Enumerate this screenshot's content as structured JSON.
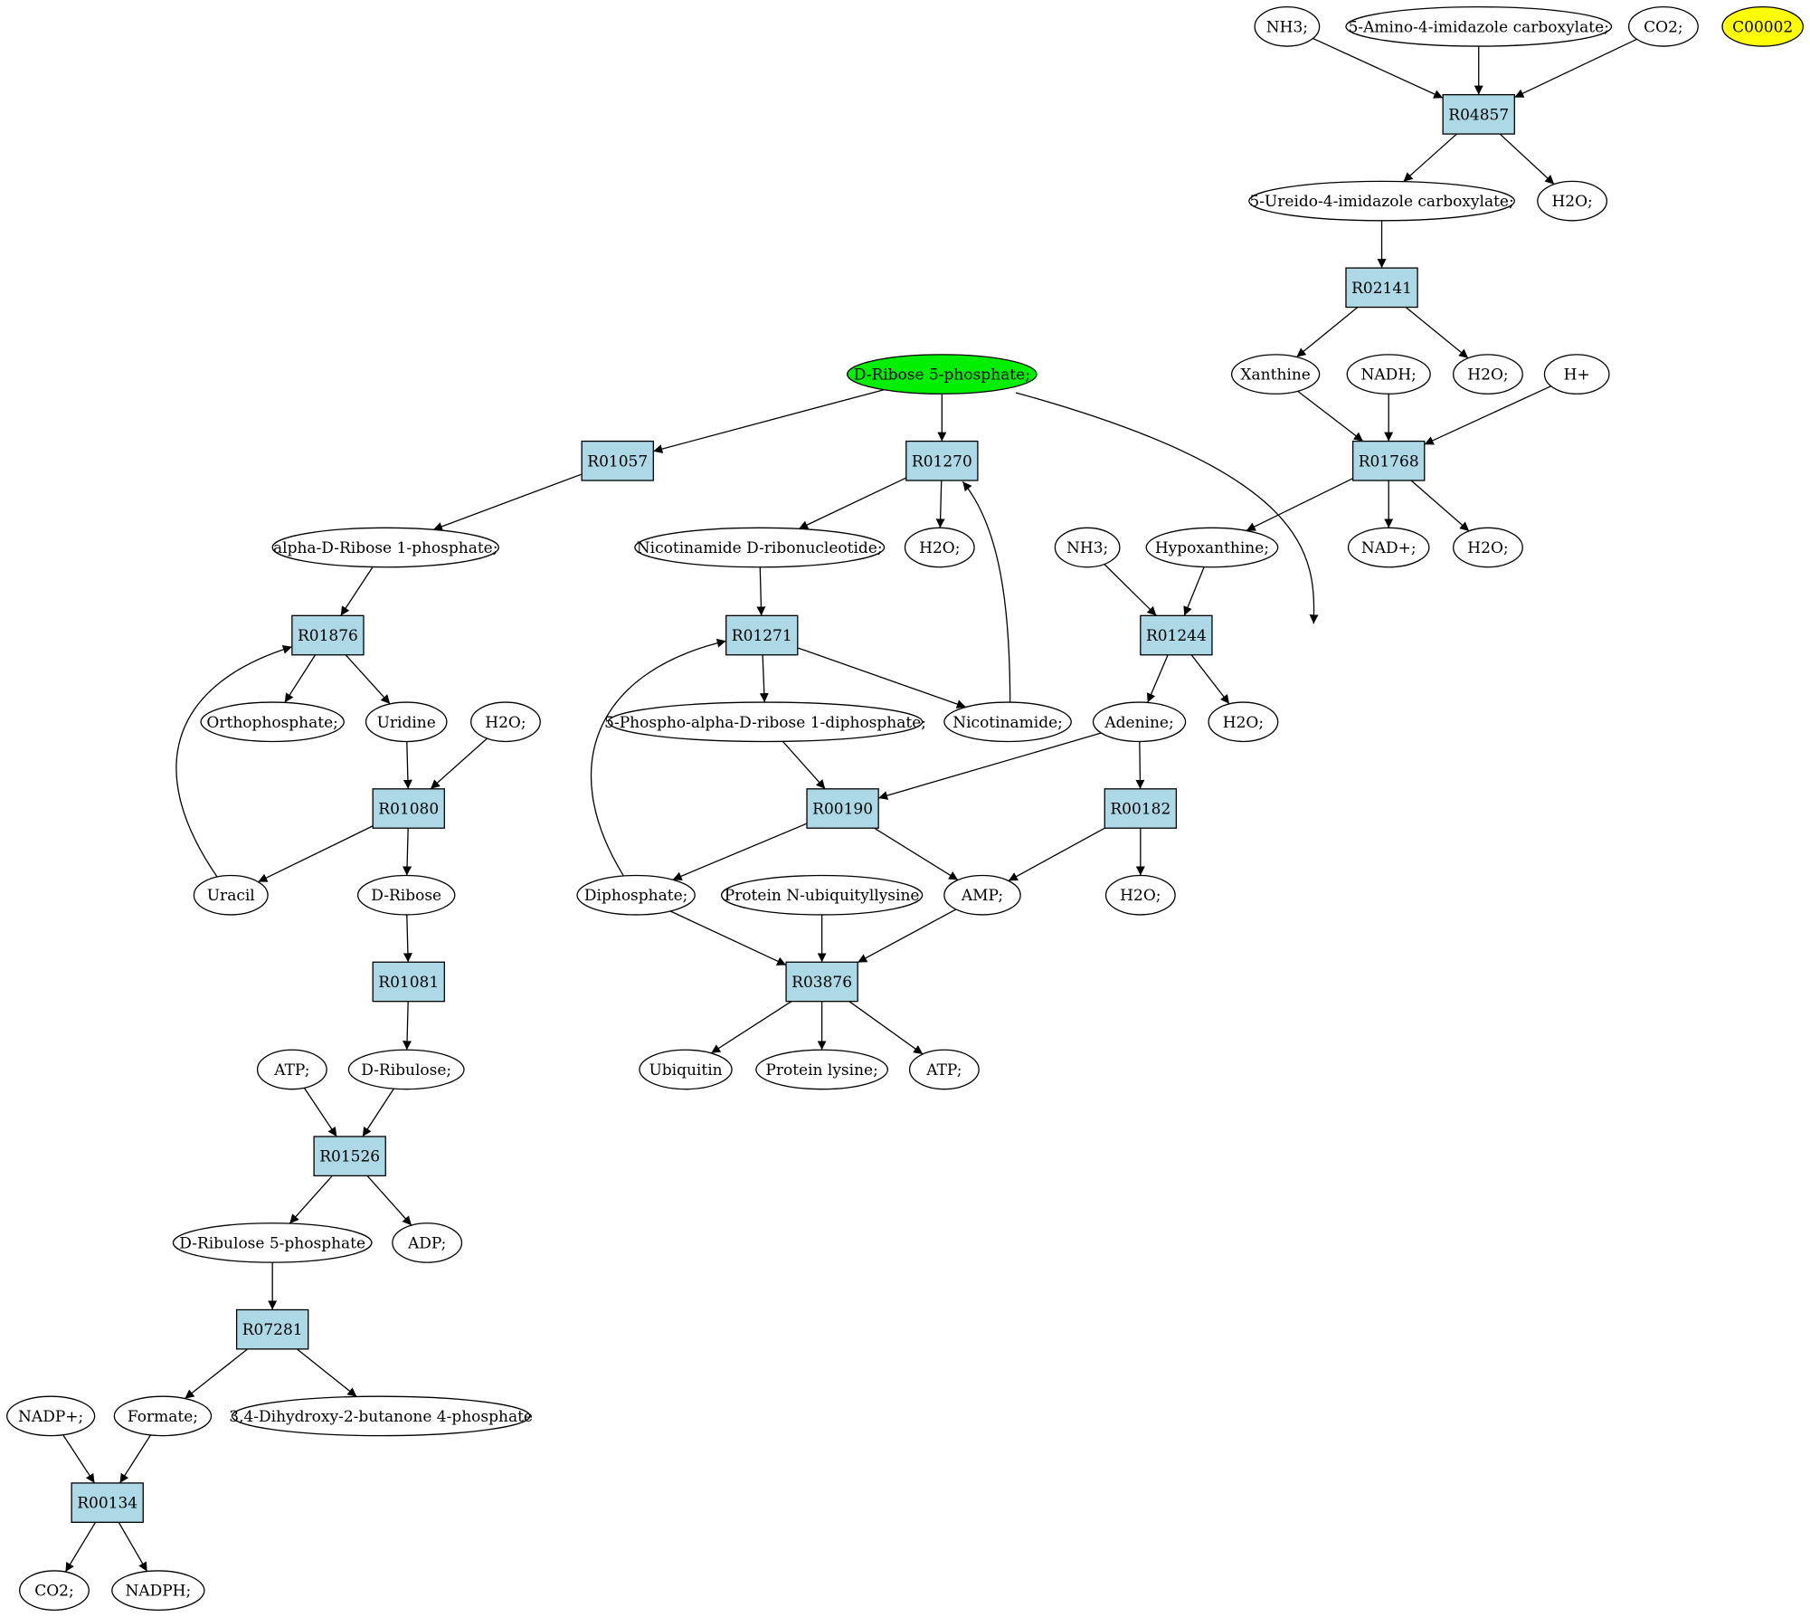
{
  "colors": {
    "compound_fill": "#ffffff",
    "reaction_fill": "#add8e6",
    "start_fill": "#00ee00",
    "highlight_fill": "#ffff00",
    "stroke": "#000000"
  },
  "nodes": [
    {
      "id": "nh3_top",
      "label": "NH3;",
      "kind": "compound"
    },
    {
      "id": "aic",
      "label": "5-Amino-4-imidazole carboxylate;",
      "kind": "compound"
    },
    {
      "id": "co2_top",
      "label": "CO2;",
      "kind": "compound"
    },
    {
      "id": "c00002",
      "label": "C00002",
      "kind": "highlight"
    },
    {
      "id": "R04857",
      "label": "R04857",
      "kind": "reaction"
    },
    {
      "id": "uic",
      "label": "5-Ureido-4-imidazole carboxylate;",
      "kind": "compound"
    },
    {
      "id": "h2o_a",
      "label": "H2O;",
      "kind": "compound"
    },
    {
      "id": "R02141",
      "label": "R02141",
      "kind": "reaction"
    },
    {
      "id": "dr5p",
      "label": "D-Ribose 5-phosphate;",
      "kind": "start"
    },
    {
      "id": "xanthine",
      "label": "Xanthine",
      "kind": "compound"
    },
    {
      "id": "nadh",
      "label": "NADH;",
      "kind": "compound"
    },
    {
      "id": "h2o_b",
      "label": "H2O;",
      "kind": "compound"
    },
    {
      "id": "hplus",
      "label": "H+",
      "kind": "compound"
    },
    {
      "id": "R01057",
      "label": "R01057",
      "kind": "reaction"
    },
    {
      "id": "R01270",
      "label": "R01270",
      "kind": "reaction"
    },
    {
      "id": "R01768",
      "label": "R01768",
      "kind": "reaction"
    },
    {
      "id": "adr1p",
      "label": "alpha-D-Ribose 1-phosphate;",
      "kind": "compound"
    },
    {
      "id": "nmn",
      "label": "Nicotinamide D-ribonucleotide;",
      "kind": "compound"
    },
    {
      "id": "h2o_c",
      "label": "H2O;",
      "kind": "compound"
    },
    {
      "id": "nh3_mid",
      "label": "NH3;",
      "kind": "compound"
    },
    {
      "id": "hypox",
      "label": "Hypoxanthine;",
      "kind": "compound"
    },
    {
      "id": "nadplus",
      "label": "NAD+;",
      "kind": "compound"
    },
    {
      "id": "h2o_d",
      "label": "H2O;",
      "kind": "compound"
    },
    {
      "id": "R01876",
      "label": "R01876",
      "kind": "reaction"
    },
    {
      "id": "R01271",
      "label": "R01271",
      "kind": "reaction"
    },
    {
      "id": "R01244",
      "label": "R01244",
      "kind": "reaction"
    },
    {
      "id": "ortho",
      "label": "Orthophosphate;",
      "kind": "compound"
    },
    {
      "id": "uridine",
      "label": "Uridine",
      "kind": "compound"
    },
    {
      "id": "h2o_e",
      "label": "H2O;",
      "kind": "compound"
    },
    {
      "id": "prpp",
      "label": "5-Phospho-alpha-D-ribose 1-diphosphate;",
      "kind": "compound"
    },
    {
      "id": "nicotinamide",
      "label": "Nicotinamide;",
      "kind": "compound"
    },
    {
      "id": "adenine",
      "label": "Adenine;",
      "kind": "compound"
    },
    {
      "id": "h2o_f",
      "label": "H2O;",
      "kind": "compound"
    },
    {
      "id": "R01080",
      "label": "R01080",
      "kind": "reaction"
    },
    {
      "id": "R00190",
      "label": "R00190",
      "kind": "reaction"
    },
    {
      "id": "R00182",
      "label": "R00182",
      "kind": "reaction"
    },
    {
      "id": "uracil",
      "label": "Uracil",
      "kind": "compound"
    },
    {
      "id": "dribose",
      "label": "D-Ribose",
      "kind": "compound"
    },
    {
      "id": "diphos",
      "label": "Diphosphate;",
      "kind": "compound"
    },
    {
      "id": "pnul",
      "label": "Protein N-ubiquityllysine",
      "kind": "compound"
    },
    {
      "id": "amp",
      "label": "AMP;",
      "kind": "compound"
    },
    {
      "id": "h2o_g",
      "label": "H2O;",
      "kind": "compound"
    },
    {
      "id": "R01081",
      "label": "R01081",
      "kind": "reaction"
    },
    {
      "id": "R03876",
      "label": "R03876",
      "kind": "reaction"
    },
    {
      "id": "atp_a",
      "label": "ATP;",
      "kind": "compound"
    },
    {
      "id": "dribulose",
      "label": "D-Ribulose;",
      "kind": "compound"
    },
    {
      "id": "ubiquitin",
      "label": "Ubiquitin",
      "kind": "compound"
    },
    {
      "id": "plys",
      "label": "Protein lysine;",
      "kind": "compound"
    },
    {
      "id": "atp_b",
      "label": "ATP;",
      "kind": "compound"
    },
    {
      "id": "R01526",
      "label": "R01526",
      "kind": "reaction"
    },
    {
      "id": "drl5p",
      "label": "D-Ribulose 5-phosphate",
      "kind": "compound"
    },
    {
      "id": "adp",
      "label": "ADP;",
      "kind": "compound"
    },
    {
      "id": "R07281",
      "label": "R07281",
      "kind": "reaction"
    },
    {
      "id": "nadpplus",
      "label": "NADP+;",
      "kind": "compound"
    },
    {
      "id": "formate",
      "label": "Formate;",
      "kind": "compound"
    },
    {
      "id": "dhbp",
      "label": "3,4-Dihydroxy-2-butanone 4-phosphate",
      "kind": "compound"
    },
    {
      "id": "R00134",
      "label": "R00134",
      "kind": "reaction"
    },
    {
      "id": "co2_b",
      "label": "CO2;",
      "kind": "compound"
    },
    {
      "id": "nadph",
      "label": "NADPH;",
      "kind": "compound"
    }
  ],
  "edges": [
    [
      "nh3_top",
      "R04857"
    ],
    [
      "aic",
      "R04857"
    ],
    [
      "co2_top",
      "R04857"
    ],
    [
      "R04857",
      "uic"
    ],
    [
      "R04857",
      "h2o_a"
    ],
    [
      "uic",
      "R02141"
    ],
    [
      "R02141",
      "xanthine"
    ],
    [
      "R02141",
      "h2o_b"
    ],
    [
      "xanthine",
      "R01768"
    ],
    [
      "nadh",
      "R01768"
    ],
    [
      "hplus",
      "R01768"
    ],
    [
      "R01768",
      "hypox"
    ],
    [
      "R01768",
      "nadplus"
    ],
    [
      "R01768",
      "h2o_d"
    ],
    [
      "dr5p",
      "R01057"
    ],
    [
      "dr5p",
      "R01270"
    ],
    [
      "dr5p",
      "R00182"
    ],
    [
      "R01057",
      "adr1p"
    ],
    [
      "R01270",
      "nmn"
    ],
    [
      "R01270",
      "h2o_c"
    ],
    [
      "adr1p",
      "R01876"
    ],
    [
      "nmn",
      "R01271"
    ],
    [
      "nh3_mid",
      "R01244"
    ],
    [
      "hypox",
      "R01244"
    ],
    [
      "R01876",
      "ortho"
    ],
    [
      "R01876",
      "uridine"
    ],
    [
      "R01271",
      "prpp"
    ],
    [
      "R01271",
      "nicotinamide"
    ],
    [
      "nicotinamide",
      "R01270"
    ],
    [
      "R01244",
      "adenine"
    ],
    [
      "R01244",
      "h2o_f"
    ],
    [
      "uridine",
      "R01080"
    ],
    [
      "h2o_e",
      "R01080"
    ],
    [
      "prpp",
      "R00190"
    ],
    [
      "adenine",
      "R00190"
    ],
    [
      "adenine",
      "R00182"
    ],
    [
      "R01080",
      "uracil"
    ],
    [
      "R01080",
      "dribose"
    ],
    [
      "uracil",
      "R01876"
    ],
    [
      "R00190",
      "diphos"
    ],
    [
      "R00190",
      "amp"
    ],
    [
      "diphos",
      "R01271"
    ],
    [
      "R00182",
      "amp"
    ],
    [
      "R00182",
      "h2o_g"
    ],
    [
      "dribose",
      "R01081"
    ],
    [
      "diphos",
      "R03876"
    ],
    [
      "pnul",
      "R03876"
    ],
    [
      "amp",
      "R03876"
    ],
    [
      "R01081",
      "dribulose"
    ],
    [
      "R03876",
      "ubiquitin"
    ],
    [
      "R03876",
      "plys"
    ],
    [
      "R03876",
      "atp_b"
    ],
    [
      "atp_a",
      "R01526"
    ],
    [
      "dribulose",
      "R01526"
    ],
    [
      "R01526",
      "drl5p"
    ],
    [
      "R01526",
      "adp"
    ],
    [
      "drl5p",
      "R07281"
    ],
    [
      "R07281",
      "formate"
    ],
    [
      "R07281",
      "dhbp"
    ],
    [
      "nadpplus",
      "R00134"
    ],
    [
      "formate",
      "R00134"
    ],
    [
      "R00134",
      "co2_b"
    ],
    [
      "R00134",
      "nadph"
    ]
  ]
}
